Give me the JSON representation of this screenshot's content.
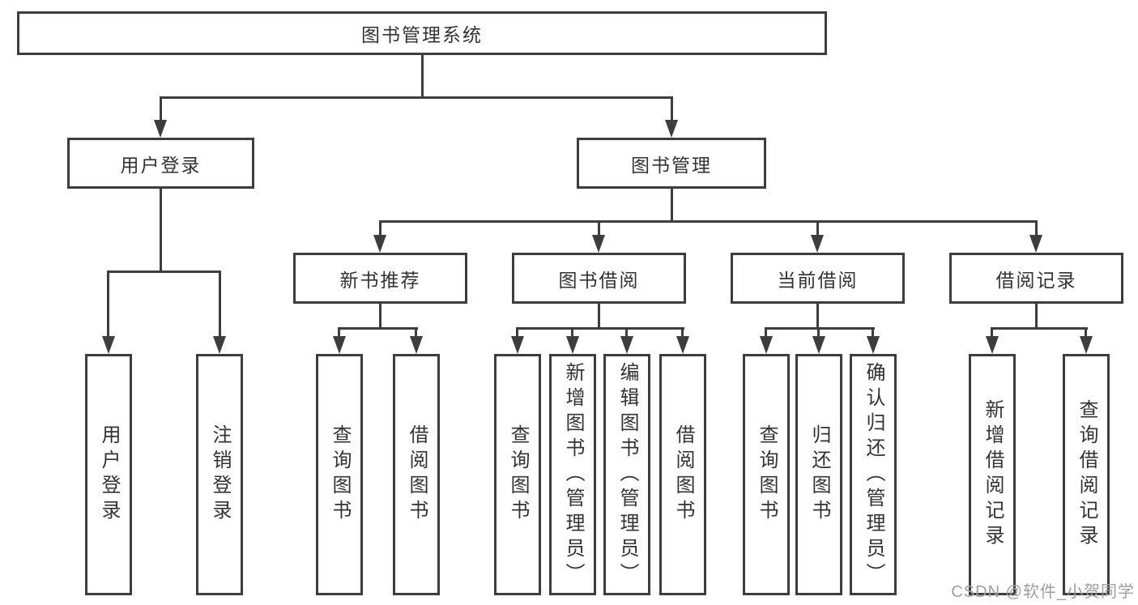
{
  "nodes": {
    "root": "图书管理系统",
    "user_login": "用户登录",
    "book_management": "图书管理",
    "new_book_recommend": "新书推荐",
    "book_borrow": "图书借阅",
    "current_borrow": "当前借阅",
    "borrow_records": "借阅记录"
  },
  "leaves": {
    "login": [
      "用户登录",
      "注销登录"
    ],
    "newbook": [
      "查询图书",
      "借阅图书"
    ],
    "borrow": [
      "查询图书",
      "新增图书（管理员）",
      "编辑图书（管理员）",
      "借阅图书"
    ],
    "current": [
      "查询图书",
      "归还图书",
      "确认归还（管理员）"
    ],
    "records": [
      "新增借阅记录",
      "查询借阅记录"
    ]
  },
  "watermark": "CSDN @软件_小贺同学",
  "colors": {
    "line": "#3d3d3d",
    "text": "#333333",
    "watermark": "#9e9e9e",
    "background": "#ffffff"
  }
}
